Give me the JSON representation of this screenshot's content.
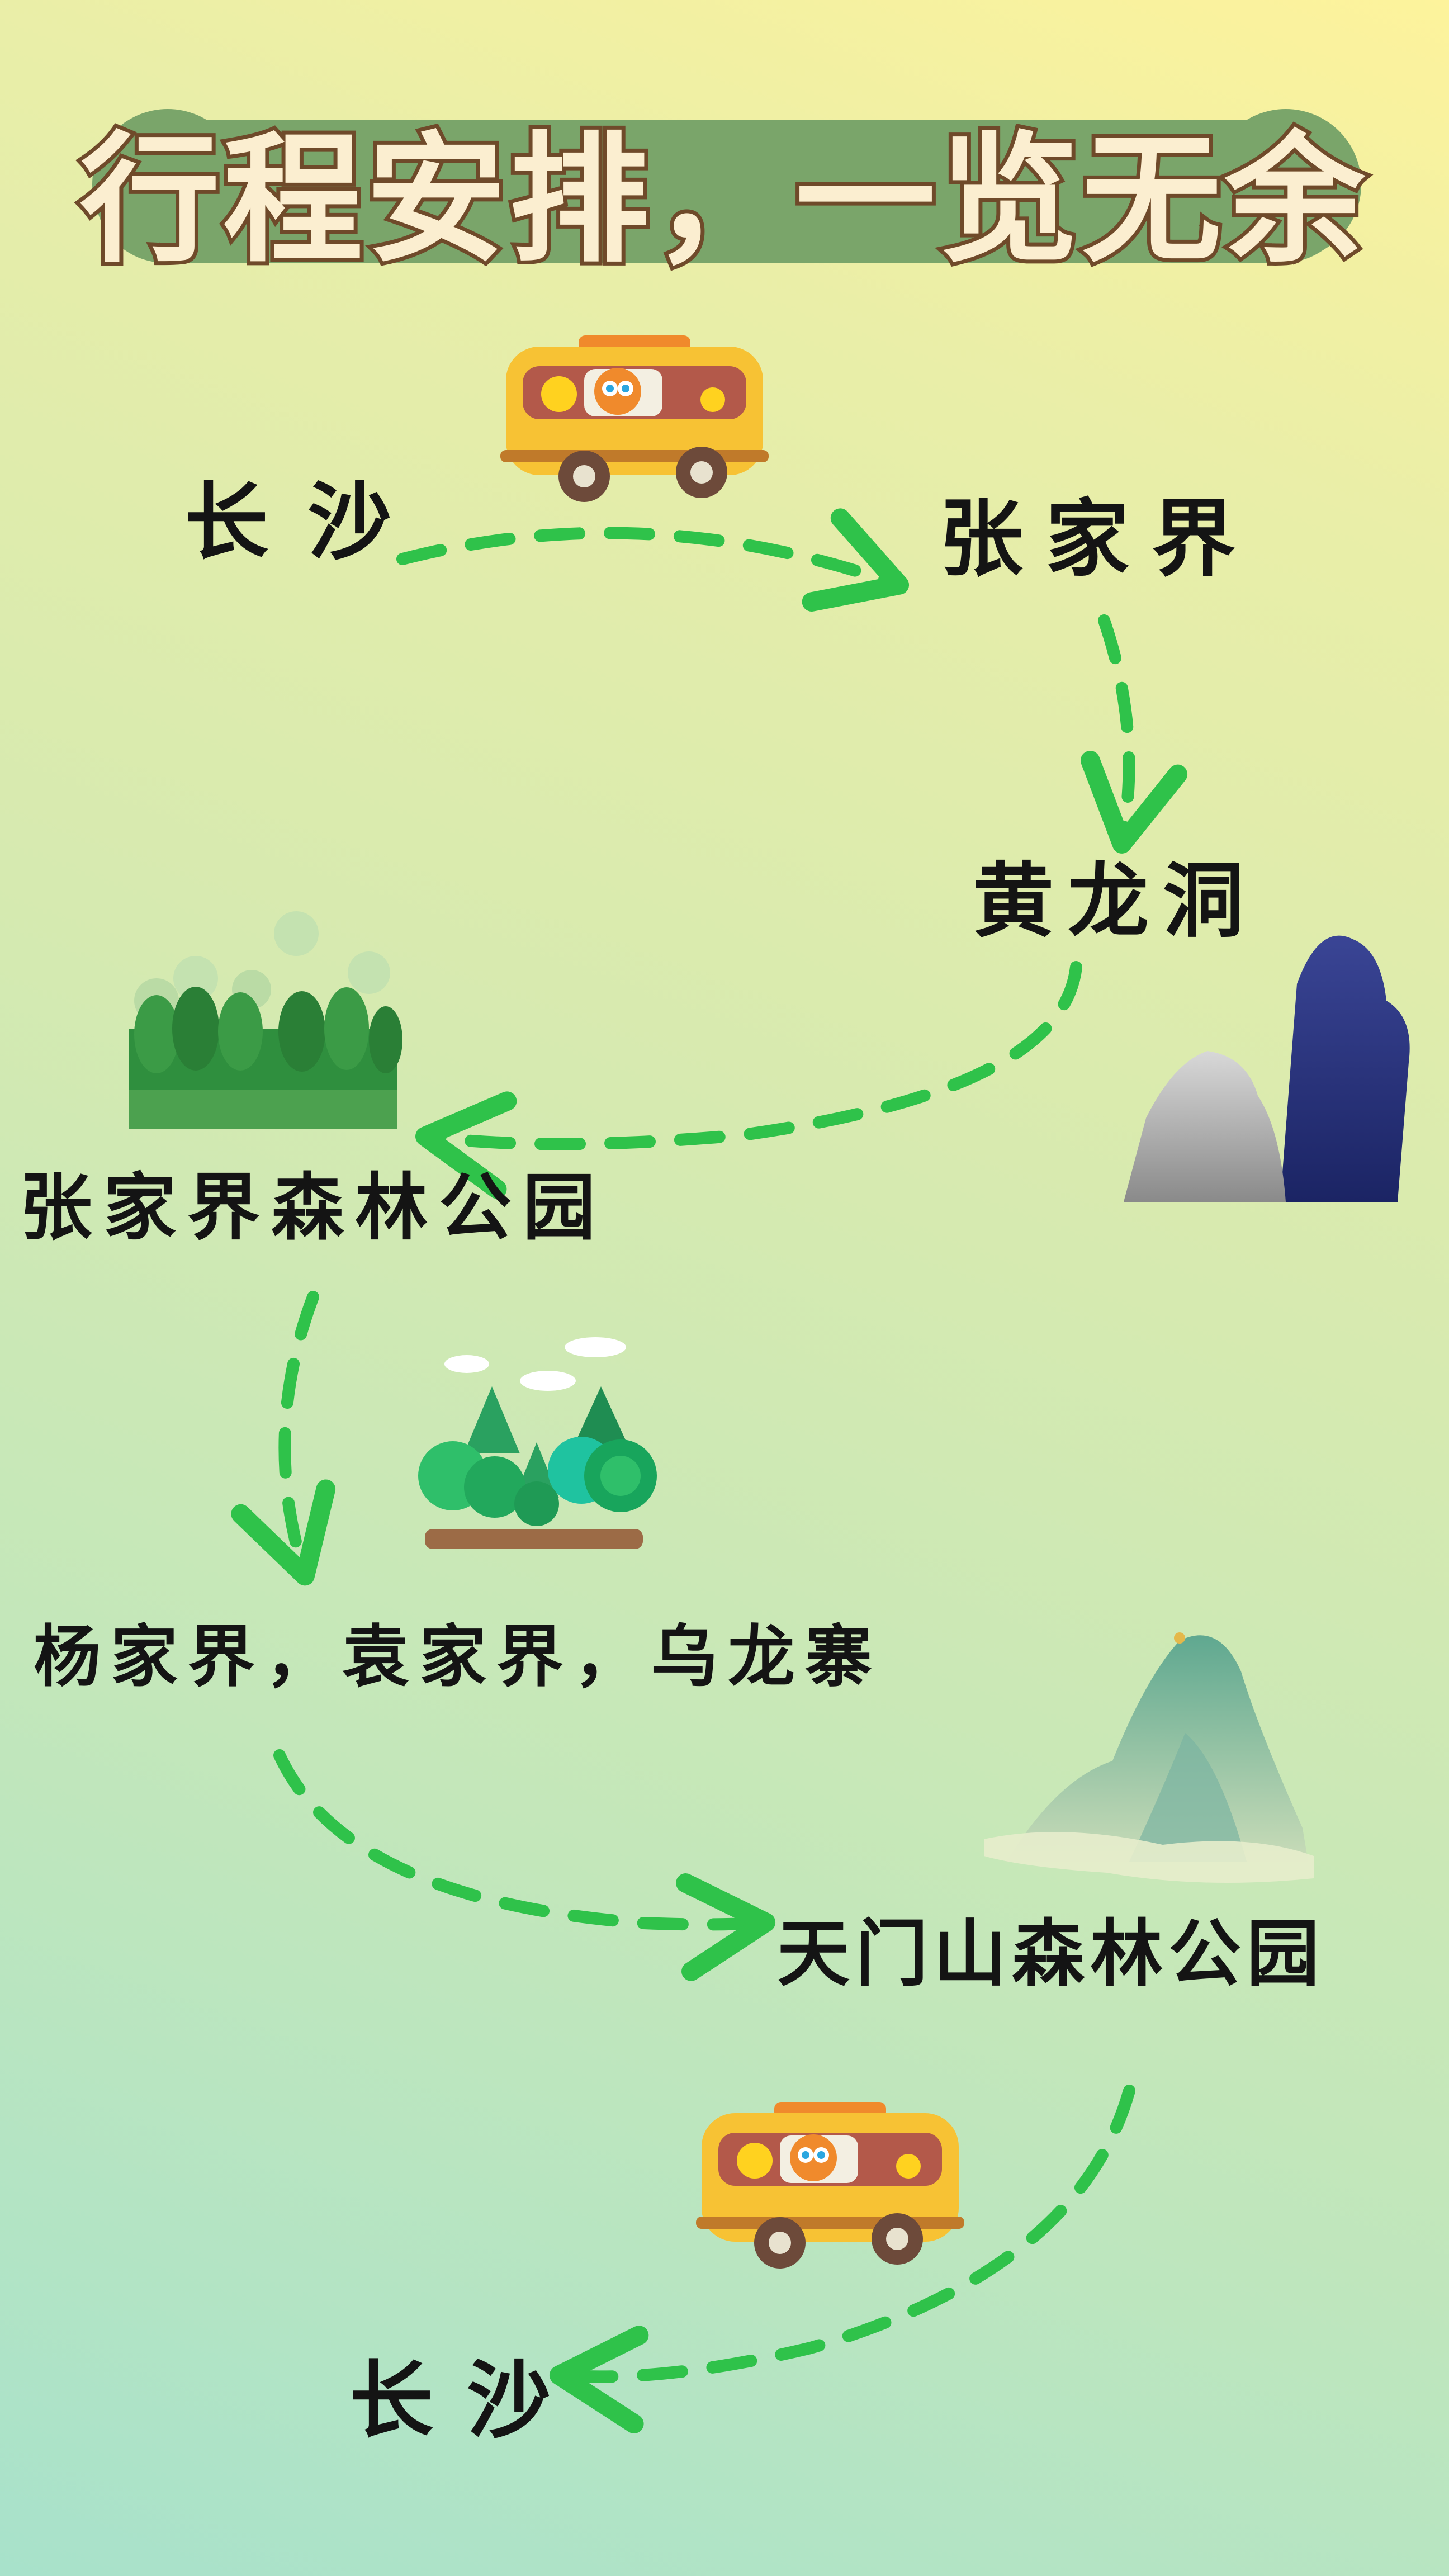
{
  "title": "行程安排，一览无余",
  "stops": [
    {
      "label": "长沙"
    },
    {
      "label": "张家界"
    },
    {
      "label": "黄龙洞"
    },
    {
      "label": "张家界森林公园"
    },
    {
      "label": "杨家界，袁家界，乌龙寨"
    },
    {
      "label": "天门山森林公园"
    },
    {
      "label": "长沙"
    }
  ],
  "illustrations": [
    "bus-icon",
    "rock-peaks-icon",
    "forest-icon",
    "tree-cluster-icon",
    "green-mountain-icon",
    "bus-icon"
  ],
  "colors": {
    "title_fill": "#fbeed0",
    "title_outline": "#6f4a2a",
    "title_plate": "#7aa56a",
    "route_dash": "#2fc24a",
    "bus_body": "#f7c234",
    "text": "#141414"
  }
}
